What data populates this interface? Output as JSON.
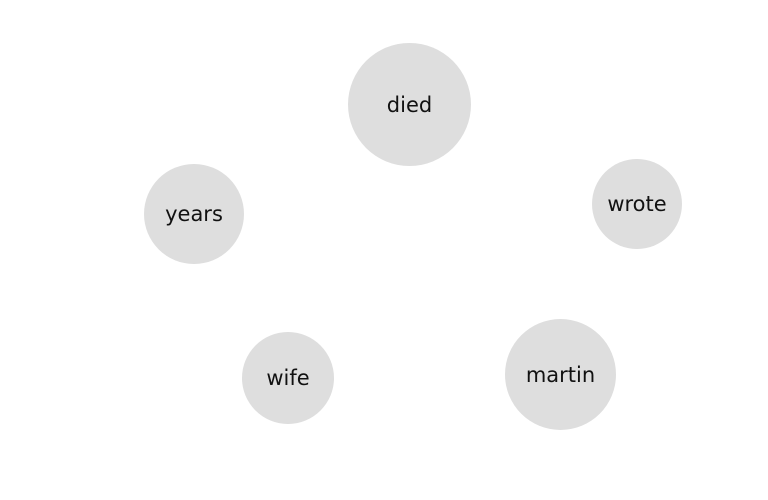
{
  "colors": {
    "background": "#ffffff",
    "bubble_fill": "#dedede",
    "text": "#111111"
  },
  "bubbles": [
    {
      "word": "died"
    },
    {
      "word": "years"
    },
    {
      "word": "wrote"
    },
    {
      "word": "wife"
    },
    {
      "word": "martin"
    }
  ]
}
